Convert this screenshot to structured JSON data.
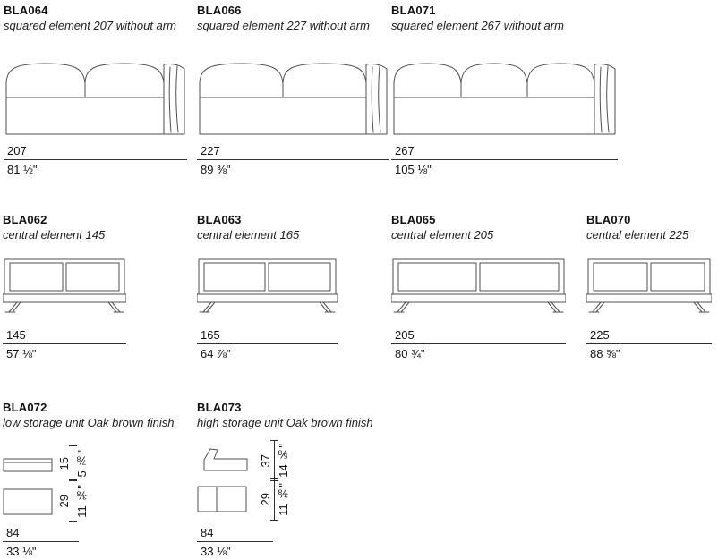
{
  "page": {
    "rows": [
      {
        "items": [
          {
            "code": "BLA064",
            "desc": "squared element 207 without arm",
            "dim_cm": "207",
            "dim_in": "81 ½\""
          },
          {
            "code": "BLA066",
            "desc": "squared element 227 without arm",
            "dim_cm": "227",
            "dim_in": "89 ⅜\""
          },
          {
            "code": "BLA071",
            "desc": "squared element 267 without arm",
            "dim_cm": "267",
            "dim_in": "105 ⅛\""
          }
        ]
      },
      {
        "items": [
          {
            "code": "BLA062",
            "desc": "central element 145",
            "dim_cm": "145",
            "dim_in": "57 ⅛\""
          },
          {
            "code": "BLA063",
            "desc": "central element 165",
            "dim_cm": "165",
            "dim_in": "64 ⅞\""
          },
          {
            "code": "BLA065",
            "desc": "central element 205",
            "dim_cm": "205",
            "dim_in": "80 ¾\""
          },
          {
            "code": "BLA070",
            "desc": "central element 225",
            "dim_cm": "225",
            "dim_in": "88 ⅝\""
          }
        ]
      },
      {
        "items": [
          {
            "code": "BLA072",
            "desc": "low storage unit Oak brown finish",
            "v_dims": [
              {
                "cm": "15",
                "in": "5 ⅞\""
              },
              {
                "cm": "29",
                "in": "11 ⅜\""
              }
            ],
            "dim_cm": "84",
            "dim_in": "33 ⅛\""
          },
          {
            "code": "BLA073",
            "desc": "high storage unit Oak brown finish",
            "v_dims": [
              {
                "cm": "37",
                "in": "14 ⅝\""
              },
              {
                "cm": "29",
                "in": "11 ⅜\""
              }
            ],
            "dim_cm": "84",
            "dim_in": "33 ⅛\""
          }
        ]
      }
    ]
  }
}
